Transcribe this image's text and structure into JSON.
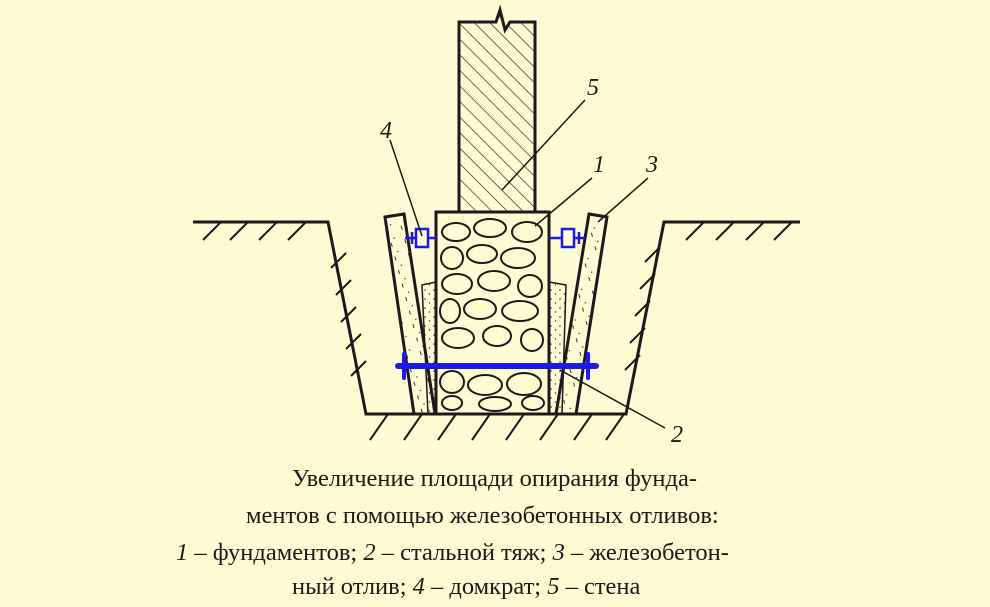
{
  "labels": {
    "l1": "1",
    "l2": "2",
    "l3": "3",
    "l4": "4",
    "l5": "5"
  },
  "caption": {
    "line1": "Увеличение площади опирания фунда-",
    "line2": "ментов с помощью железобетонных отливов:",
    "line3": {
      "n1": "1",
      "t1": " – фундаментов; ",
      "n2": "2",
      "t2": " – стальной тяж; ",
      "n3": "3",
      "t3": " – железобетон-"
    },
    "line4": {
      "t1": "ный отлив; ",
      "n4": "4",
      "t2": " – домкрат; ",
      "n5": "5",
      "t3": " – стена"
    }
  },
  "colors": {
    "background": "#fdfbd3",
    "ink": "#1a1a1a",
    "tie_rod_blue": "#1a1aee"
  }
}
